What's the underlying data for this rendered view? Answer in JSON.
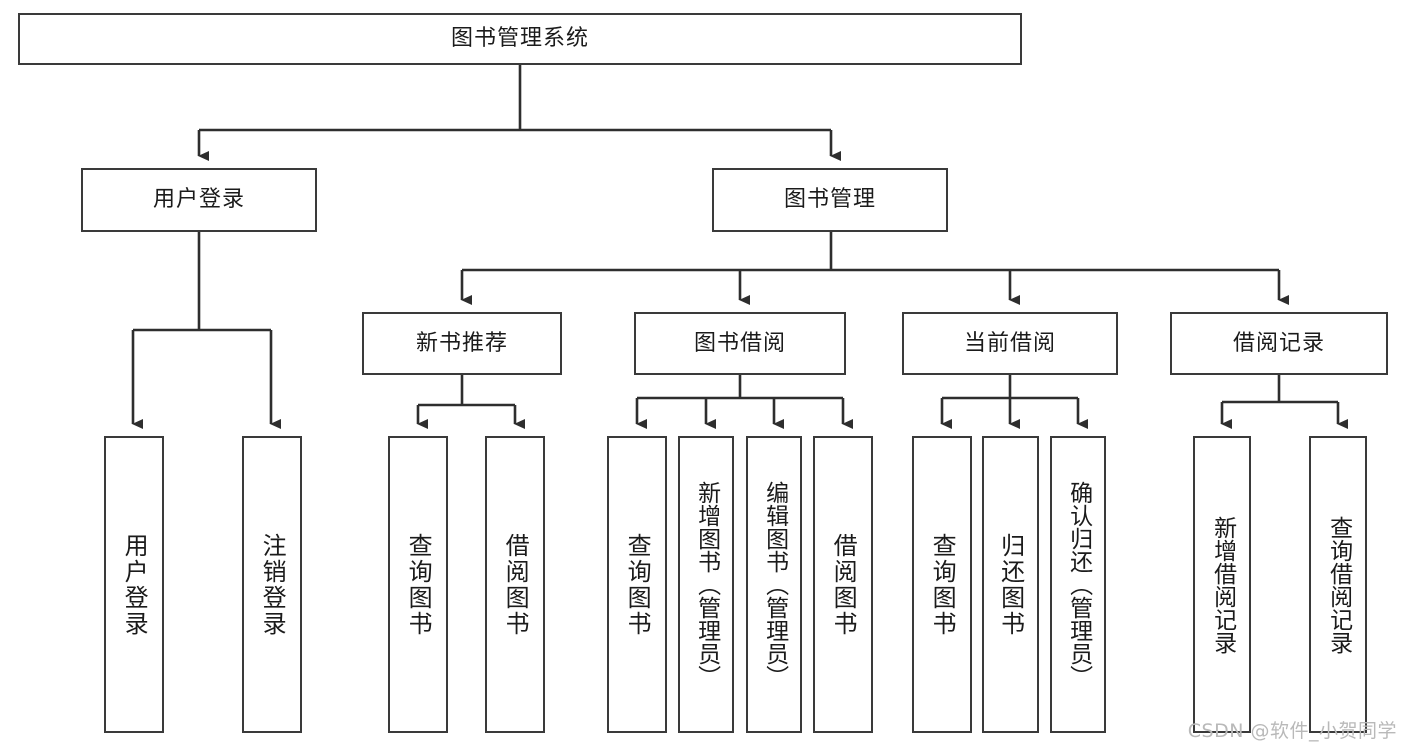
{
  "diagram": {
    "title": "图书管理系统",
    "type": "tree",
    "root": {
      "id": "root",
      "label": "图书管理系统"
    },
    "level2": [
      {
        "id": "user-login",
        "label": "用户登录"
      },
      {
        "id": "book-manage",
        "label": "图书管理"
      }
    ],
    "level3": [
      {
        "id": "new-book-rec",
        "label": "新书推荐",
        "parent": "book-manage"
      },
      {
        "id": "book-borrow",
        "label": "图书借阅",
        "parent": "book-manage"
      },
      {
        "id": "current-borrow",
        "label": "当前借阅",
        "parent": "book-manage"
      },
      {
        "id": "borrow-record",
        "label": "借阅记录",
        "parent": "book-manage"
      }
    ],
    "leaves": [
      {
        "id": "leaf-user-login",
        "label": "用户登录",
        "parent": "user-login"
      },
      {
        "id": "leaf-logout",
        "label": "注销登录",
        "parent": "user-login"
      },
      {
        "id": "leaf-query-book-1",
        "label": "查询图书",
        "parent": "new-book-rec"
      },
      {
        "id": "leaf-borrow-book-1",
        "label": "借阅图书",
        "parent": "new-book-rec"
      },
      {
        "id": "leaf-query-book-2",
        "label": "查询图书",
        "parent": "book-borrow"
      },
      {
        "id": "leaf-add-book",
        "label": "新增图书（管理员）",
        "parent": "book-borrow"
      },
      {
        "id": "leaf-edit-book",
        "label": "编辑图书（管理员）",
        "parent": "book-borrow"
      },
      {
        "id": "leaf-borrow-book-2",
        "label": "借阅图书",
        "parent": "book-borrow"
      },
      {
        "id": "leaf-query-book-3",
        "label": "查询图书",
        "parent": "current-borrow"
      },
      {
        "id": "leaf-return-book",
        "label": "归还图书",
        "parent": "current-borrow"
      },
      {
        "id": "leaf-confirm-return",
        "label": "确认归还（管理员）",
        "parent": "current-borrow"
      },
      {
        "id": "leaf-add-record",
        "label": "新增借阅记录",
        "parent": "borrow-record"
      },
      {
        "id": "leaf-query-record",
        "label": "查询借阅记录",
        "parent": "borrow-record"
      }
    ],
    "colors": {
      "stroke": "#3a3a3a",
      "text": "#1b1b1b",
      "background": "#ffffff",
      "watermark": "#b9b9b9"
    }
  },
  "watermark": {
    "text": "CSDN @软件_小贺同学"
  }
}
